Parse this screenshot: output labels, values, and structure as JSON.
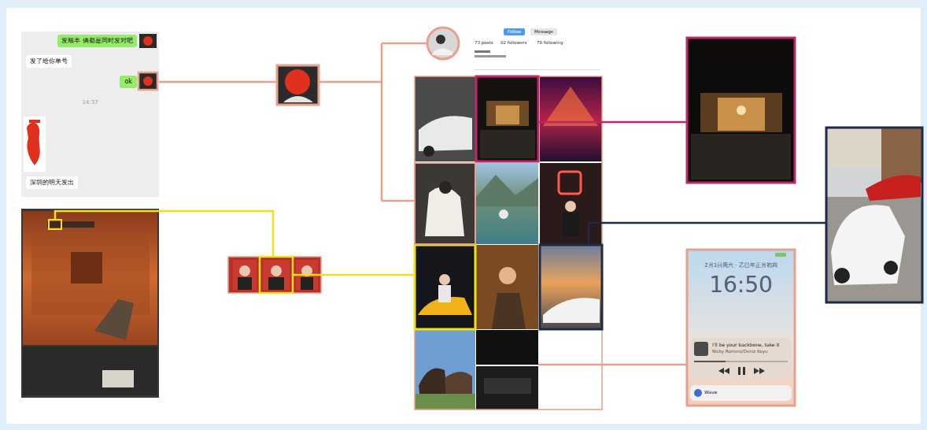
{
  "diagram": {
    "nodes": [
      {
        "text": [
          "14:37"
        ]
      },
      {
        "text": [
          "发顺丰 俩都是同时发对吧"
        ],
        "in": 0
      },
      {
        "text": [
          "发了给你单号"
        ],
        "in": 0
      },
      {
        "text": [
          "ok"
        ],
        "in": 0
      },
      {
        "text": [
          "深圳的明天发出"
        ],
        "in": 0
      },
      {
        "text": [
          "73 posts",
          "82 followers",
          "78 following"
        ]
      },
      {
        "text": [
          "Follow"
        ],
        "in": 5
      },
      {
        "text": [
          "Message"
        ],
        "in": 5
      },
      {
        "text": [
          "2月1日周六 · 乙巳年正月初四",
          "16:50"
        ]
      },
      {
        "text": [
          "I'll be your backbone, take it",
          "Nicky Romero/Deniz Koyu"
        ],
        "in": 8
      },
      {
        "text": [
          "Wave"
        ],
        "in": 8
      }
    ]
  }
}
